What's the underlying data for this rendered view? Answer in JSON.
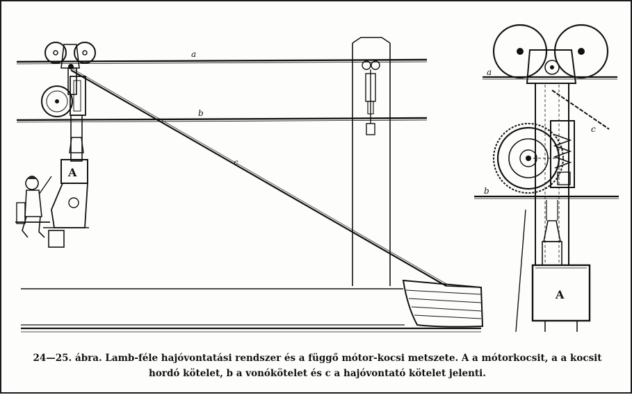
{
  "labels": {
    "rope_a": "a",
    "rope_b": "b",
    "rope_c": "c",
    "car_left": "A",
    "rope_a_right": "a",
    "rope_b_right": "b",
    "rope_c_right": "c",
    "car_right": "A"
  },
  "caption": {
    "line1": "24—25. ábra. Lamb-féle hajóvontatási rendszer és a függő mótor-kocsi metszete. A a mótorkocsit, a a kocsit",
    "line2": "hordó kötelet, b a vonókötelet és c a hajóvontató kötelet jelenti."
  }
}
